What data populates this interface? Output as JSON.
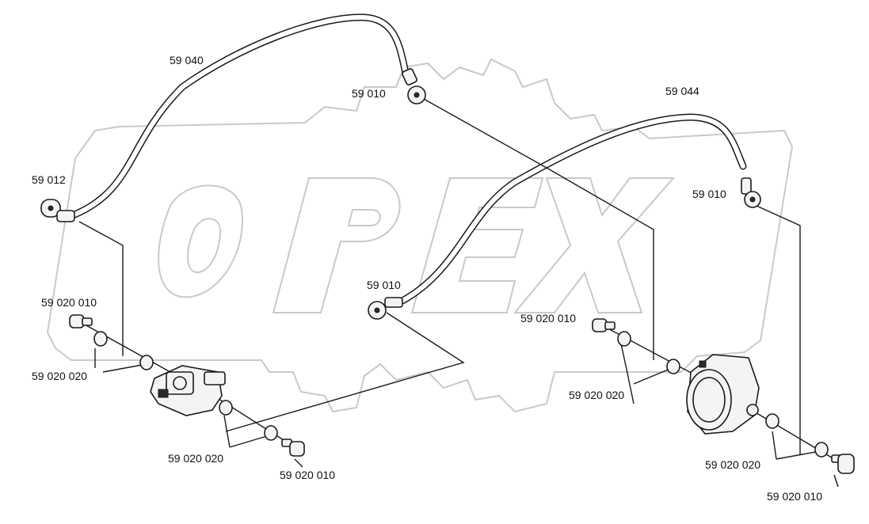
{
  "watermark": {
    "text": "OPEX"
  },
  "corner_mark": "",
  "labels": {
    "hose_top": "59 040",
    "elbow_top": "59 010",
    "elbow_left": "59 012",
    "hose_right": "59 044",
    "elbow_right": "59 010",
    "elbow_mid": "59 010",
    "bolt_left_top": "59 020 010",
    "washers_left_top": "59 020 020",
    "washers_left_bottom": "59 020 020",
    "bolt_left_bottom": "59 020 010",
    "bolt_right_top": "59 020 010",
    "washers_right_top": "59 020 020",
    "washers_right_bottom": "59 020 020",
    "bolt_right_bottom": "59 020 010"
  }
}
